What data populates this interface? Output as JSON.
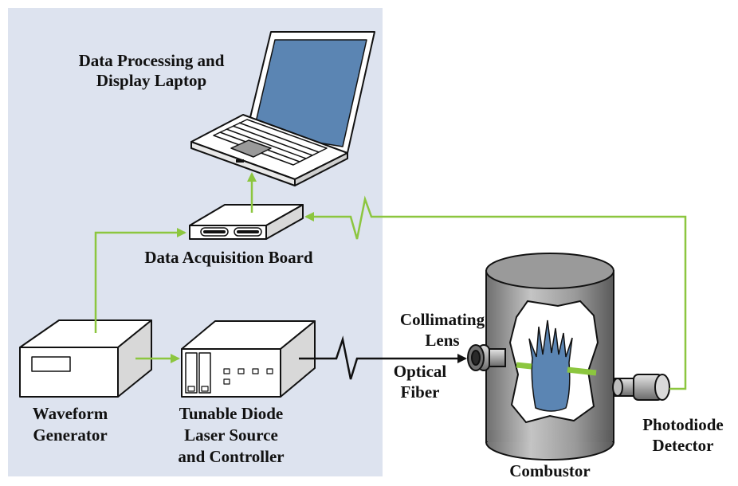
{
  "labels": {
    "laptop_line1": "Data Processing and",
    "laptop_line2": "Display Laptop",
    "daq": "Data Acquisition Board",
    "waveform_line1": "Waveform",
    "waveform_line2": "Generator",
    "laser_line1": "Tunable Diode",
    "laser_line2": "Laser Source",
    "laser_line3": "and Controller",
    "lens_line1": "Collimating",
    "lens_line2": "Lens",
    "fiber_line1": "Optical",
    "fiber_line2": "Fiber",
    "photodiode_line1": "Photodiode",
    "photodiode_line2": "Detector",
    "combustor": "Combustor"
  },
  "colors": {
    "panel_bg": "#dde3ef",
    "signal_line": "#8cc63f",
    "laptop_screen": "#5b85b3",
    "flame": "#5b85b3",
    "combustor_gray": "#a0a0a0",
    "beam": "#8cc63f"
  }
}
